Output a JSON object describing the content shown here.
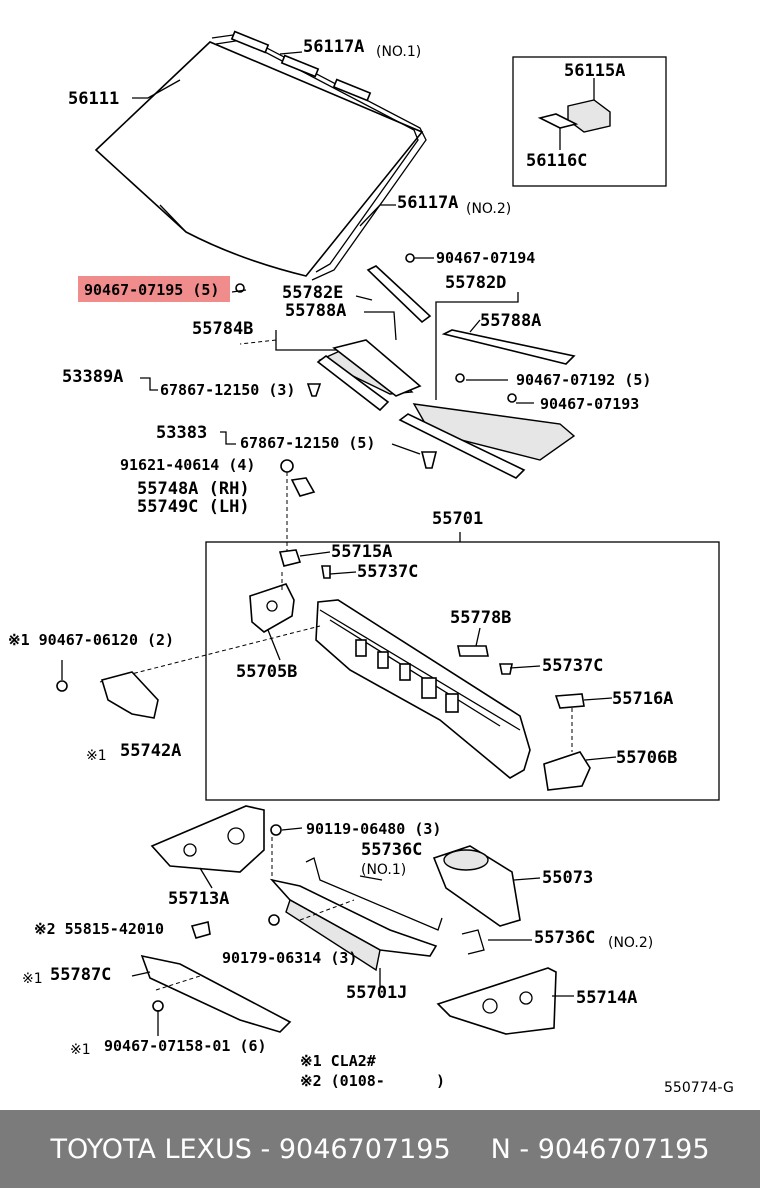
{
  "diagram": {
    "labels": {
      "p56117A_no1": "56117A",
      "no1_a": "(NO.1)",
      "p56111": "56111",
      "p56115A": "56115A",
      "p56116C": "56116C",
      "p56117A_no2": "56117A",
      "no2_a": "(NO.2)",
      "p90467_07194": "90467-07194",
      "p90467_07195": "90467-07195 (5)",
      "p55782E": "55782E",
      "p55782D": "55782D",
      "p55788A_1": "55788A",
      "p55788A_2": "55788A",
      "p55784B": "55784B",
      "p53389A": "53389A",
      "p67867_12150_3": "67867-12150 (3)",
      "p90467_07192": "90467-07192 (5)",
      "p90467_07193": "90467-07193",
      "p53383": "53383",
      "p67867_12150_5": "67867-12150 (5)",
      "p91621_40614": "91621-40614 (4)",
      "p55748A": "55748A (RH)",
      "p55749C": "55749C (LH)",
      "p55701": "55701",
      "p55715A": "55715A",
      "p55737C_1": "55737C",
      "p55705B": "55705B",
      "p55778B": "55778B",
      "p55737C_2": "55737C",
      "p55716A": "55716A",
      "p55706B": "55706B",
      "p90467_06120": "※1 90467-06120 (2)",
      "p55742A": "55742A",
      "p55742A_mark": "※1",
      "p90119_06480": "90119-06480 (3)",
      "p55736C_1": "55736C",
      "no1_b": "(NO.1)",
      "p55073": "55073",
      "p55713A": "55713A",
      "p55815": "※2 55815-42010",
      "p55736C_2": "55736C",
      "no2_b": "(NO.2)",
      "p90179_06314": "90179-06314 (3)",
      "p55787C": "55787C",
      "p55787C_mark": "※1",
      "p55701J": "55701J",
      "p55714A": "55714A",
      "p90467_07158": "90467-07158-01 (6)",
      "p90467_07158_mark": "※1",
      "note1": "※1 CLA2#",
      "note2": "※2 (0108-",
      "note2_end": ")",
      "ref": "550774-G"
    },
    "highlight_color": "#f08c8c"
  },
  "footer": {
    "brand": "TOYOTA LEXUS - 9046707195",
    "number": "N - 9046707195"
  }
}
